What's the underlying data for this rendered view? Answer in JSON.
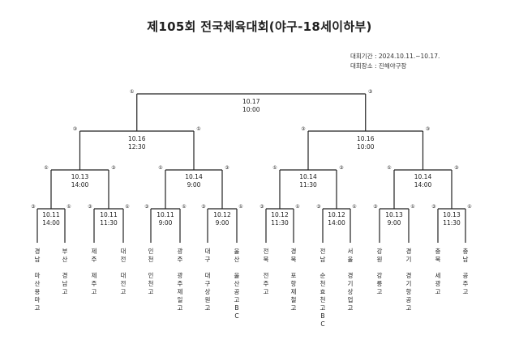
{
  "title": "제105회 전국체육대회(야구-18세이하부)",
  "info": {
    "period": "대회기간 : 2024.10.11.~10.17.",
    "venue": "대회장소 : 진해야구장"
  },
  "final": {
    "date": "10.17",
    "time": "10:00",
    "left_tag": "①",
    "right_tag": "③"
  },
  "semis": [
    {
      "date": "10.16",
      "time": "12:30",
      "left_tag": "③",
      "right_tag": "①"
    },
    {
      "date": "10.16",
      "time": "10:00",
      "left_tag": "③",
      "right_tag": "③"
    }
  ],
  "quarters": [
    {
      "date": "10.13",
      "time": "14:00",
      "left_tag": "①",
      "right_tag": "③"
    },
    {
      "date": "10.14",
      "time": "9:00",
      "left_tag": "①",
      "right_tag": "③"
    },
    {
      "date": "10.14",
      "time": "11:30",
      "left_tag": "①",
      "right_tag": "③"
    },
    {
      "date": "10.14",
      "time": "14:00",
      "left_tag": "①",
      "right_tag": "③"
    }
  ],
  "rounds1": [
    {
      "date": "10.11",
      "time": "14:00",
      "left_tag": "③",
      "right_tag": "①"
    },
    {
      "date": "10.11",
      "time": "11:30",
      "left_tag": "③",
      "right_tag": "①"
    },
    {
      "date": "10.11",
      "time": "9:00",
      "left_tag": "③",
      "right_tag": "①"
    },
    {
      "date": "10.12",
      "time": "9:00",
      "left_tag": "③",
      "right_tag": "①"
    },
    {
      "date": "10.12",
      "time": "11:30",
      "left_tag": "③",
      "right_tag": "①"
    },
    {
      "date": "10.12",
      "time": "14:00",
      "left_tag": "③",
      "right_tag": "①"
    },
    {
      "date": "10.13",
      "time": "9:00",
      "left_tag": "③",
      "right_tag": "①"
    },
    {
      "date": "10.13",
      "time": "11:30",
      "left_tag": "③",
      "right_tag": "①"
    }
  ],
  "teams": [
    {
      "region": "경남",
      "school": "마산용마고"
    },
    {
      "region": "부산",
      "school": "경남고"
    },
    {
      "region": "제주",
      "school": "제주고"
    },
    {
      "region": "대전",
      "school": "대전고"
    },
    {
      "region": "인천",
      "school": "인천고"
    },
    {
      "region": "광주",
      "school": "광주제일고"
    },
    {
      "region": "대구",
      "school": "대구상원고"
    },
    {
      "region": "울산",
      "school": "울산공고BC"
    },
    {
      "region": "전북",
      "school": "전주고"
    },
    {
      "region": "경북",
      "school": "포항제철고"
    },
    {
      "region": "전남",
      "school": "순천효천고BC"
    },
    {
      "region": "서울",
      "school": "경기상업고"
    },
    {
      "region": "강원",
      "school": "강릉고"
    },
    {
      "region": "경기",
      "school": "경기항공고"
    },
    {
      "region": "충북",
      "school": "세광고"
    },
    {
      "region": "충남",
      "school": "공주고"
    }
  ]
}
